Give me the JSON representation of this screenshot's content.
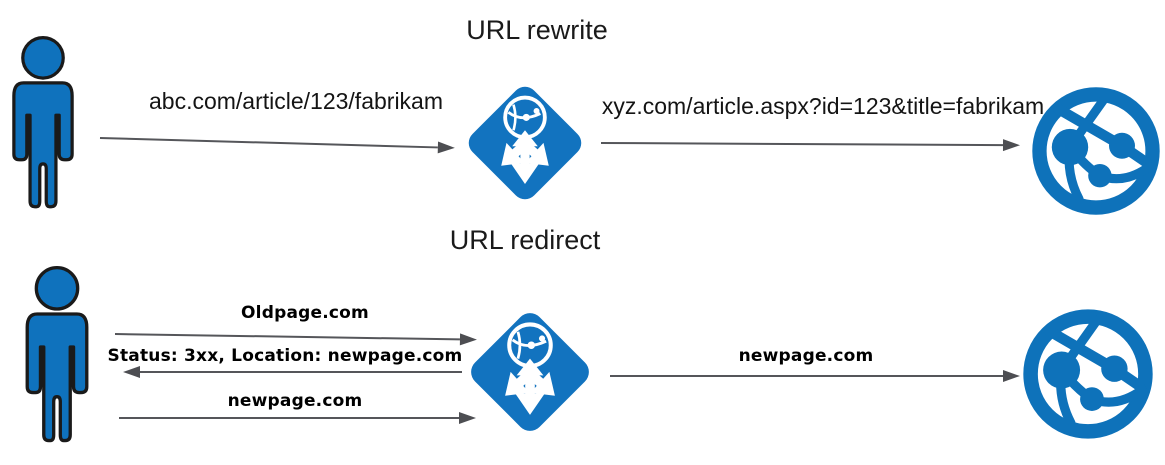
{
  "diagram": {
    "rewrite": {
      "title": "URL rewrite",
      "request_url": "abc.com/article/123/fabrikam",
      "rewritten_url": "xyz.com/article.aspx?id=123&title=fabrikam"
    },
    "redirect": {
      "title": "URL redirect",
      "request_url": "Oldpage.com",
      "redirect_response": "Status: 3xx, Location: newpage.com",
      "new_request_url": "newpage.com",
      "forwarded_url": "newpage.com"
    }
  },
  "icons": {
    "user": "user-icon",
    "application_gateway": "application-gateway-icon",
    "web_app": "web-app-icon"
  },
  "colors": {
    "user_blue": "#0F72BD",
    "gateway_blue": "#1273BF",
    "web_app_blue": "#0E72BA",
    "arrow_gray": "#55565A",
    "text_black": "#1A1A1A"
  }
}
